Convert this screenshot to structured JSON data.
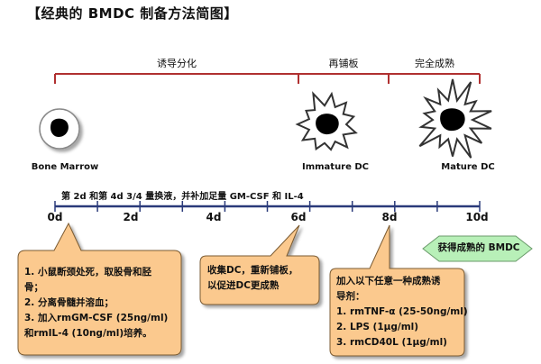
{
  "title": "【经典的 BMDC 制备方法简图】",
  "phases": {
    "induction": "诱导分化",
    "replating": "再铺板",
    "maturation": "完全成熟"
  },
  "cells": {
    "bone_marrow": "Bone Marrow",
    "immature_dc": "Immature DC",
    "mature_dc": "Mature DC"
  },
  "timeline_note": "第 2d 和第 4d 3/4 量换液，并补加足量 GM-CSF 和 IL-4",
  "days": [
    "0d",
    "2d",
    "4d",
    "6d",
    "8d",
    "10d"
  ],
  "callouts": {
    "day0": {
      "lines": [
        "1. 小鼠断颈处死，取股骨和胫",
        "    骨；",
        "2. 分离骨髓并溶血；",
        "3. 加入rmGM-CSF (25ng/ml)",
        "    和rmIL-4 (10ng/ml)培养。"
      ]
    },
    "day6": {
      "lines": [
        "收集DC，重新铺板，",
        "以促进DC更成熟"
      ]
    },
    "day8": {
      "lines": [
        "加入以下任意一种成熟诱",
        "导剂：",
        "1.  rmTNF-α (25-50ng/ml)",
        "2.  LPS (1μg/ml)",
        "3.  rmCD40L (1μg/ml)"
      ]
    }
  },
  "result": "获得成熟的 BMDC",
  "colors": {
    "bracket": "#b03030",
    "timeline": "#2a3a7a",
    "callout_fill": "#fbc98e",
    "callout_stroke": "#7a5a30",
    "result_fill": "#b8f0b8",
    "result_stroke": "#6a9a6a"
  }
}
